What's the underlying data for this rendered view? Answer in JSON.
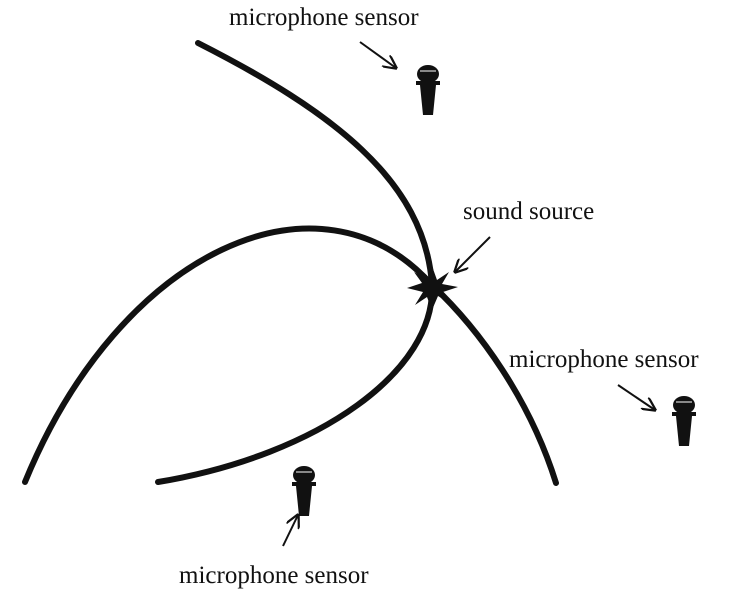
{
  "labels": {
    "mic_top": "microphone sensor",
    "sound_source": "sound source",
    "mic_right": "microphone sensor",
    "mic_bottom": "microphone sensor"
  },
  "icons": {
    "microphone": "microphone-icon",
    "source": "starburst-icon",
    "pointer": "arrow-icon"
  },
  "colors": {
    "stroke": "#111111",
    "background": "#ffffff"
  }
}
